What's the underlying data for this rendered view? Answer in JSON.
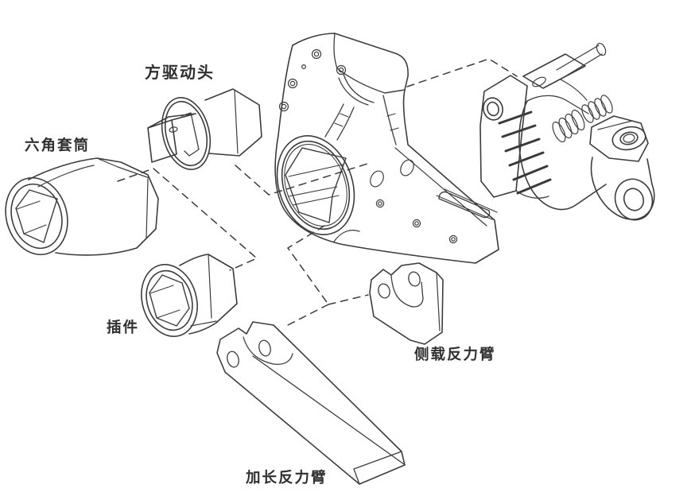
{
  "page": {
    "background": "#ffffff"
  },
  "diagram": {
    "kind": "exploded-assembly-technical-drawing",
    "subject": "hydraulic-torque-wrench",
    "line_color": "#3c3c3e",
    "stripe_color": "#3a3a3c",
    "label_color": "#303032",
    "guide_line_style": "dashed",
    "labels": {
      "square_drive_head": "方驱动头",
      "hex_socket": "六角套筒",
      "insert": "插件",
      "extended_reaction_arm": "加长反力臂",
      "side_load_reaction_arm": "侧载反力臂"
    }
  }
}
